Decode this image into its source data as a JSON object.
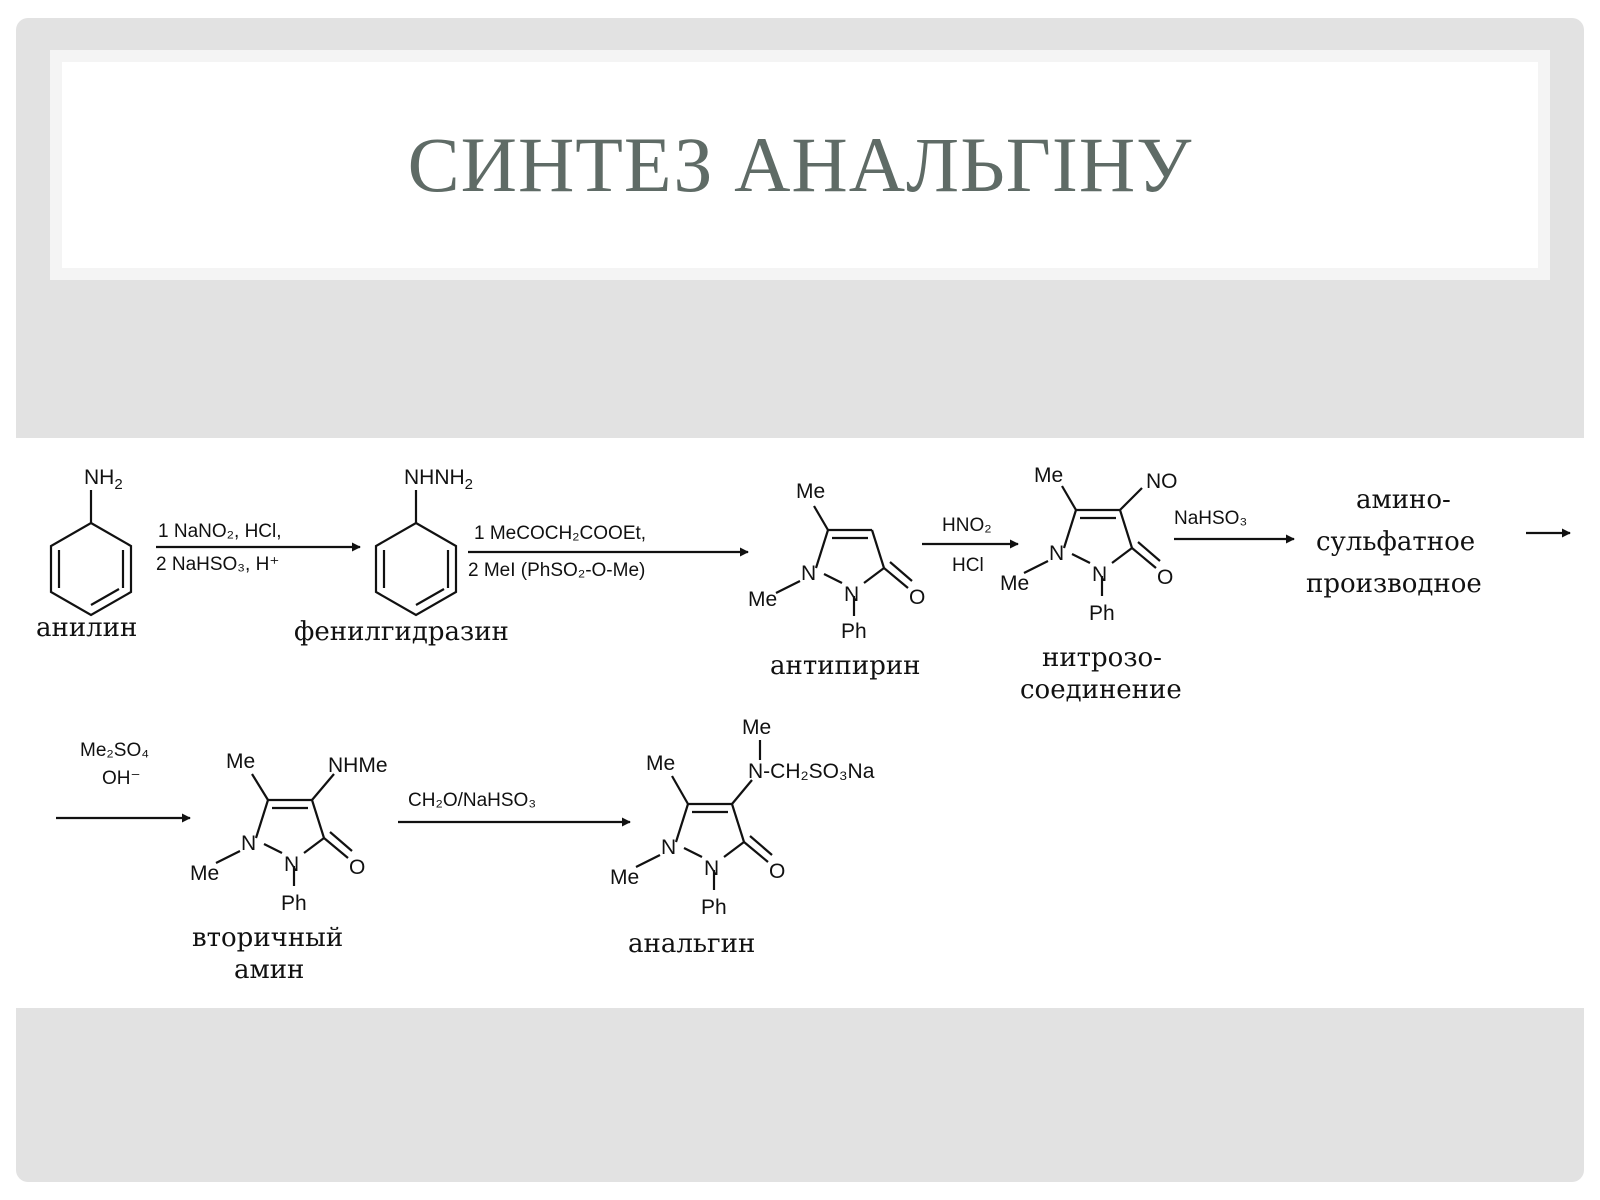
{
  "title": "СИНТЕЗ АНАЛЬГІНУ",
  "atoms": {
    "me": "Me",
    "n": "N",
    "o": "O",
    "ph": "Ph",
    "nh2": "NH",
    "nh2_sub": "2",
    "nhnh2": "NHNH",
    "nhnh2_sub": "2",
    "no": "NO",
    "nhme": "NHMe"
  },
  "compounds": {
    "aniline": "анилин",
    "phenylhydrazine": "фенилгидразин",
    "antipyrine": "антипирин",
    "nitroso_l1": "нитрозо-",
    "nitroso_l2": "соединение",
    "aminosulfate_l1": "амино-",
    "aminosulfate_l2": "сульфатное",
    "aminosulfate_l3": "производное",
    "secondary_amine_l1": "вторичный",
    "secondary_amine_l2": "амин",
    "analgin": "анальгин"
  },
  "reagents": {
    "step1_line1": "1  NaNO₂, HCl,",
    "step1_line2": "2  NaHSO₃, H⁺",
    "step2_line1": "1  MeCOCH₂COOEt,",
    "step2_line2": "2  MeI (PhSO₂-O-Me)",
    "step3_top": "HNO₂",
    "step3_bottom": "HCl",
    "step4": "NaHSO₃",
    "step5_top": "Me₂SO₄",
    "step5_bottom": "OH⁻",
    "step6": "CH₂O/NaHSO₃",
    "analgin_chain": "N-CH₂SO₃Na"
  }
}
